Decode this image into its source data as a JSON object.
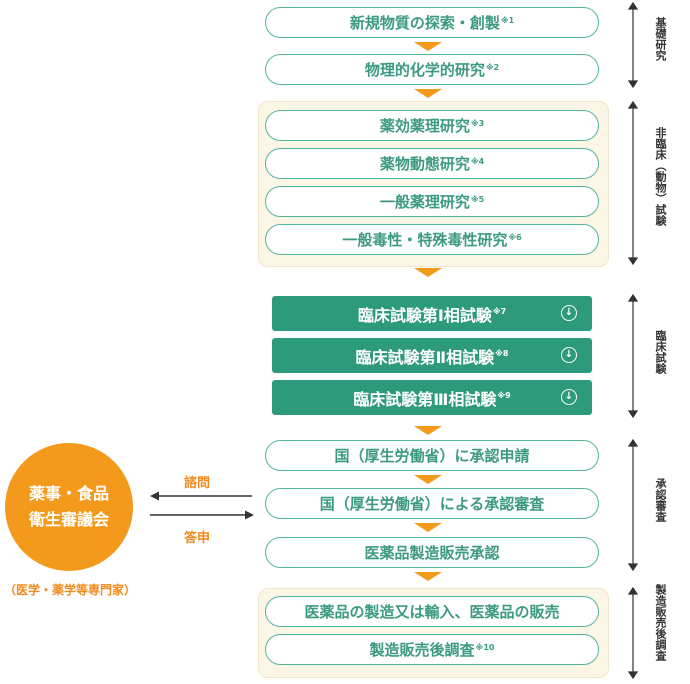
{
  "basic_steps": [
    {
      "label": "新規物質の探索・創製",
      "note": "※1"
    },
    {
      "label": "物理的化学的研究",
      "note": "※2"
    }
  ],
  "nonclinical_steps": [
    {
      "label": "薬効薬理研究",
      "note": "※3"
    },
    {
      "label": "薬物動態研究",
      "note": "※4"
    },
    {
      "label": "一般薬理研究",
      "note": "※5"
    },
    {
      "label": "一般毒性・特殊毒性研究",
      "note": "※6"
    }
  ],
  "clinical_steps": [
    {
      "label": "臨床試験第Ⅰ相試験",
      "note": "※7"
    },
    {
      "label": "臨床試験第Ⅱ相試験",
      "note": "※8"
    },
    {
      "label": "臨床試験第Ⅲ相試験",
      "note": "※9"
    }
  ],
  "approval_steps": [
    {
      "label": "国（厚生労働省）に承認申請",
      "note": ""
    },
    {
      "label": "国（厚生労働省）による承認審査",
      "note": ""
    },
    {
      "label": "医薬品製造販売承認",
      "note": ""
    }
  ],
  "postmarket_steps": [
    {
      "label": "医薬品の製造又は輸入、医薬品の販売",
      "note": ""
    },
    {
      "label": "製造販売後調査",
      "note": "※10"
    }
  ],
  "phases": {
    "basic": "基礎研究",
    "nonclinical": "非臨床（動物）試験",
    "clinical": "臨床試験",
    "review": "承認審査",
    "postmarket": "製造販売後調査"
  },
  "council": {
    "line1": "薬事・食品",
    "line2": "衛生審議会",
    "sub": "（医学・薬学等専門家）"
  },
  "arrows": {
    "consult": "諮問",
    "report": "答申"
  },
  "colors": {
    "accent_green": "#2e9a7c",
    "outline_green": "#55b59a",
    "orange": "#f39a1c",
    "group_bg": "#fbf6e6"
  },
  "icons": {
    "clinical_step_icon": "download-circle-icon"
  }
}
